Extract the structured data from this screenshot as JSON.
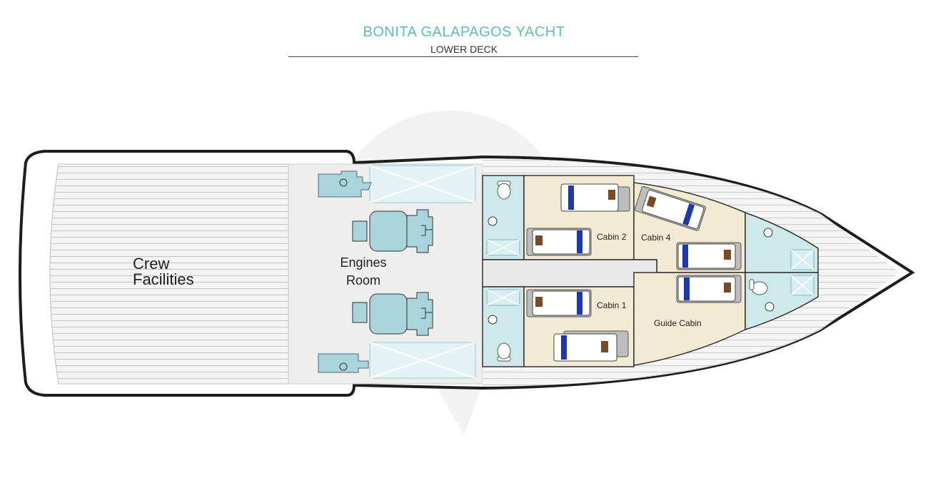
{
  "header": {
    "title": "BONITA GALAPAGOS YACHT",
    "subtitle": "LOWER DECK"
  },
  "areas": {
    "crew_line1": "Crew",
    "crew_line2": "Facilities",
    "engines_line1": "Engines",
    "engines_line2": "Room"
  },
  "cabins": {
    "cabin2": "Cabin 2",
    "cabin4": "Cabin 4",
    "cabin1": "Cabin 1",
    "guide": "Guide Cabin"
  },
  "colors": {
    "title": "#5cc1ac",
    "cabin_floor": "#f2ead3",
    "bathroom": "#cde9ea",
    "machinery": "#a9d4dc",
    "bed_stripe": "#1a37b8",
    "pillow": "#7a4a25"
  }
}
